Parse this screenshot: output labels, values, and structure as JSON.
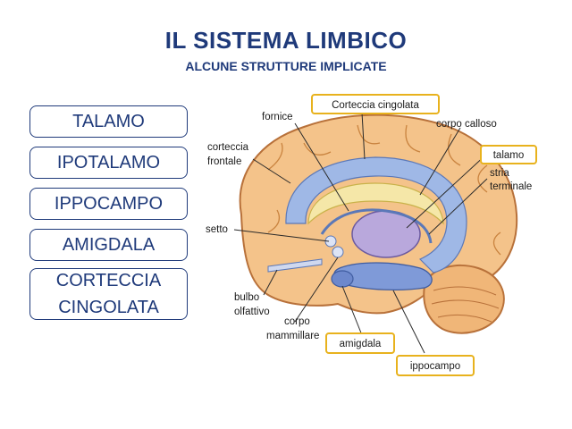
{
  "title": "IL SISTEMA LIMBICO",
  "subtitle": "ALCUNE STRUTTURE IMPLICATE",
  "left_boxes": {
    "b1": "TALAMO",
    "b2": "IPOTALAMO",
    "b3": "IPPOCAMPO",
    "b4": "AMIGDALA",
    "b5_line1": "CORTECCIA",
    "b5_line2": "CINGOLATA"
  },
  "labels": {
    "corteccia_cingolata": "Corteccia cingolata",
    "fornice": "fornice",
    "corpo_calloso": "corpo calloso",
    "corteccia_frontale_1": "corteccia",
    "corteccia_frontale_2": "frontale",
    "talamo": "talamo",
    "stria_1": "stria",
    "stria_2": "terminale",
    "setto": "setto",
    "bulbo_1": "bulbo",
    "bulbo_2": "olfattivo",
    "corpo_1": "corpo",
    "corpo_2": "mammillare",
    "amigdala": "amigdala",
    "ippocampo": "ippocampo"
  },
  "colors": {
    "title": "#1f3a7a",
    "highlight": "#e8b21d",
    "cortex": "#f4c38a",
    "limbic_blue": "#9fb8e6",
    "corpus_callosum": "#f5e7a8",
    "thalamus": "#b9a8dc"
  }
}
